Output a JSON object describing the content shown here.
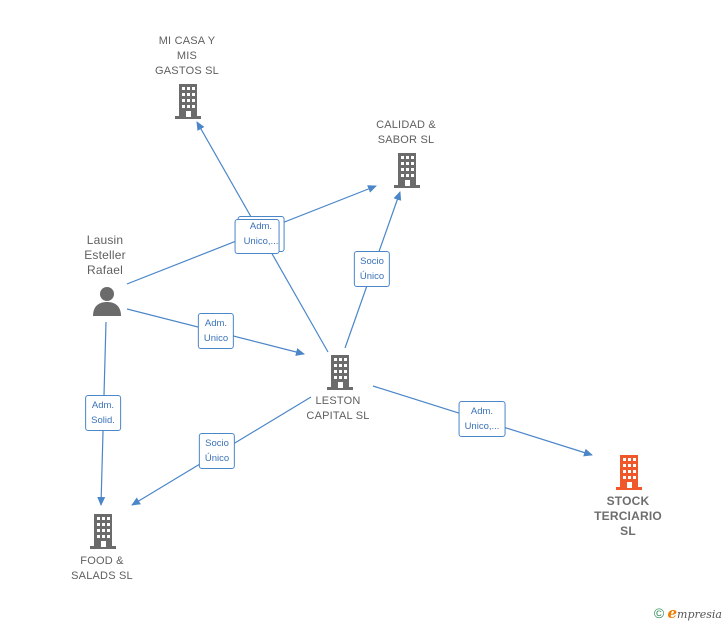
{
  "colors": {
    "edge": "#4a86c8",
    "building": "#6b6b6b",
    "building_highlight": "#f0582a",
    "person": "#6b6b6b"
  },
  "nodes": [
    {
      "id": "micasa",
      "type": "company",
      "lines": [
        "MI CASA Y",
        "MIS",
        "GASTOS  SL"
      ]
    },
    {
      "id": "calidad",
      "type": "company",
      "lines": [
        "CALIDAD &",
        "SABOR  SL"
      ]
    },
    {
      "id": "lausin",
      "type": "person",
      "lines": [
        "Lausin",
        "Esteller",
        "Rafael"
      ]
    },
    {
      "id": "leston",
      "type": "company",
      "lines": [
        "LESTON",
        "CAPITAL  SL"
      ]
    },
    {
      "id": "food",
      "type": "company",
      "lines": [
        "FOOD &",
        "SALADS  SL"
      ]
    },
    {
      "id": "stock",
      "type": "company",
      "highlight": true,
      "lines": [
        "STOCK",
        "TERCIARIO",
        "SL"
      ]
    }
  ],
  "edge_labels": [
    {
      "id": "adm-unico-top",
      "lines": [
        "Adm.",
        "Unico,..."
      ]
    },
    {
      "id": "socio-unico-calidad",
      "lines": [
        "Socio",
        "Único"
      ]
    },
    {
      "id": "adm-unico-leston",
      "lines": [
        "Adm.",
        "Unico"
      ]
    },
    {
      "id": "adm-solid",
      "lines": [
        "Adm.",
        "Solid."
      ]
    },
    {
      "id": "socio-unico-food",
      "lines": [
        "Socio",
        "Único"
      ]
    },
    {
      "id": "adm-unico-stock",
      "lines": [
        "Adm.",
        "Unico,..."
      ]
    }
  ],
  "copyright": {
    "symbol": "©",
    "brand_initial": "e",
    "brand_rest": "mpresia"
  }
}
